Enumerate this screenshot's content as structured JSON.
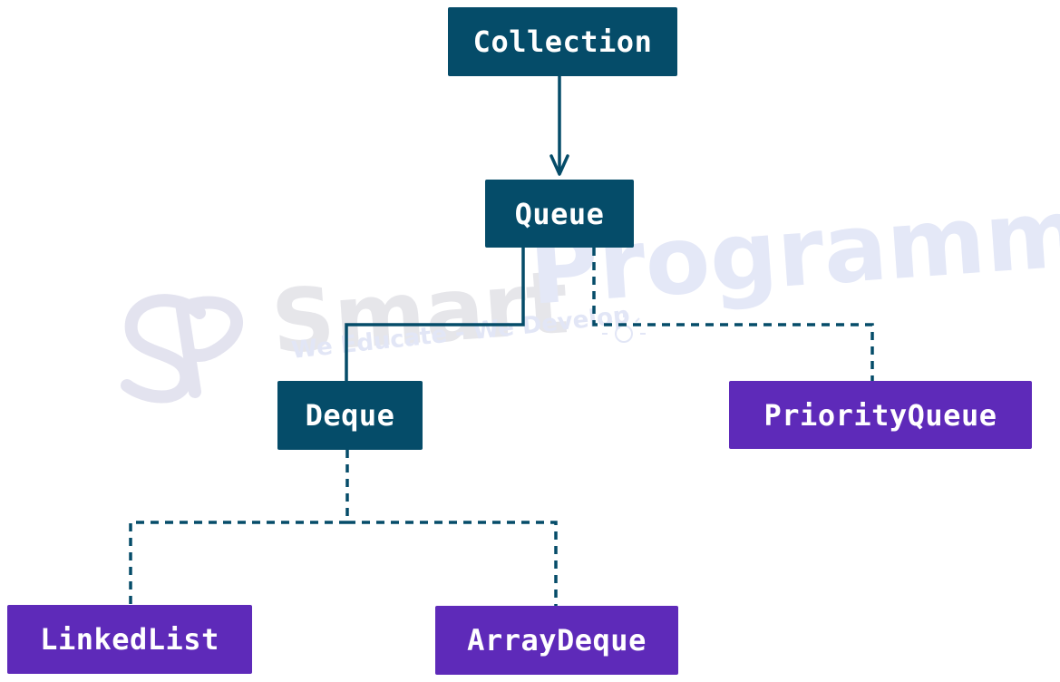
{
  "colors": {
    "interface": "#054c69",
    "implementation": "#5e2ab9",
    "edge": "#054c69"
  },
  "nodes": {
    "collection": "Collection",
    "queue": "Queue",
    "deque": "Deque",
    "priority_queue": "PriorityQueue",
    "linked_list": "LinkedList",
    "array_deque": "ArrayDeque"
  },
  "watermark": {
    "brand_gray": "Smart",
    "brand_blue": "Programming",
    "tagline": "We Educate - We Develop"
  }
}
